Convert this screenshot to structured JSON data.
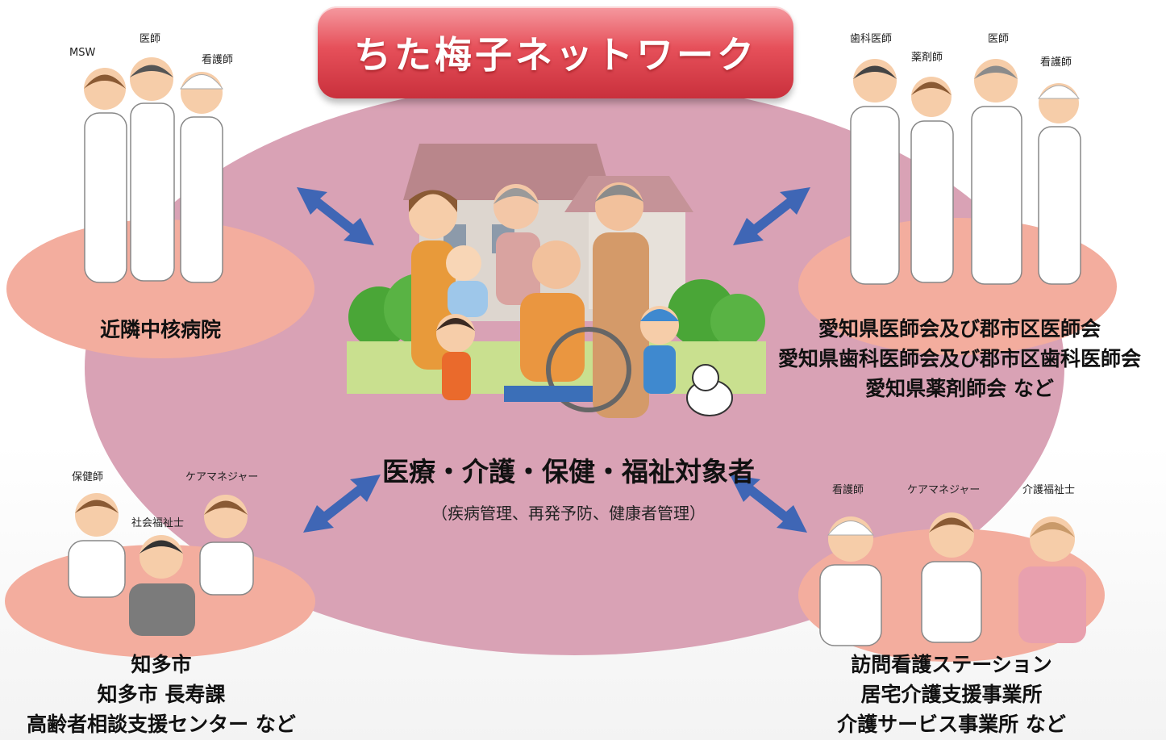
{
  "title": "ちた梅子ネットワーク",
  "center": {
    "title": "医療・介護・保健・福祉対象者",
    "subtitle": "（疾病管理、再発予防、健康者管理）"
  },
  "groups": {
    "top_left": {
      "roles": [
        "MSW",
        "医師",
        "看護師"
      ],
      "labels": [
        "近隣中核病院"
      ]
    },
    "top_right": {
      "roles": [
        "歯科医師",
        "薬剤師",
        "医師",
        "看護師"
      ],
      "labels": [
        "愛知県医師会及び郡市区医師会",
        "愛知県歯科医師会及び郡市区歯科医師会",
        "愛知県薬剤師会 など"
      ]
    },
    "bottom_left": {
      "roles": [
        "保健師",
        "社会福祉士",
        "ケアマネジャー"
      ],
      "labels": [
        "知多市",
        "知多市 長寿課",
        "高齢者相談支援センター など"
      ]
    },
    "bottom_right": {
      "roles": [
        "看護師",
        "ケアマネジャー",
        "介護福祉士"
      ],
      "labels": [
        "訪問看護ステーション",
        "居宅介護支援事業所",
        "介護サービス事業所 など"
      ]
    }
  },
  "colors": {
    "network_circle": "#d9a2b5",
    "group_oval": "#f3ad9e",
    "title_red": "#e6505a",
    "arrow_blue": "#3f66b5"
  }
}
